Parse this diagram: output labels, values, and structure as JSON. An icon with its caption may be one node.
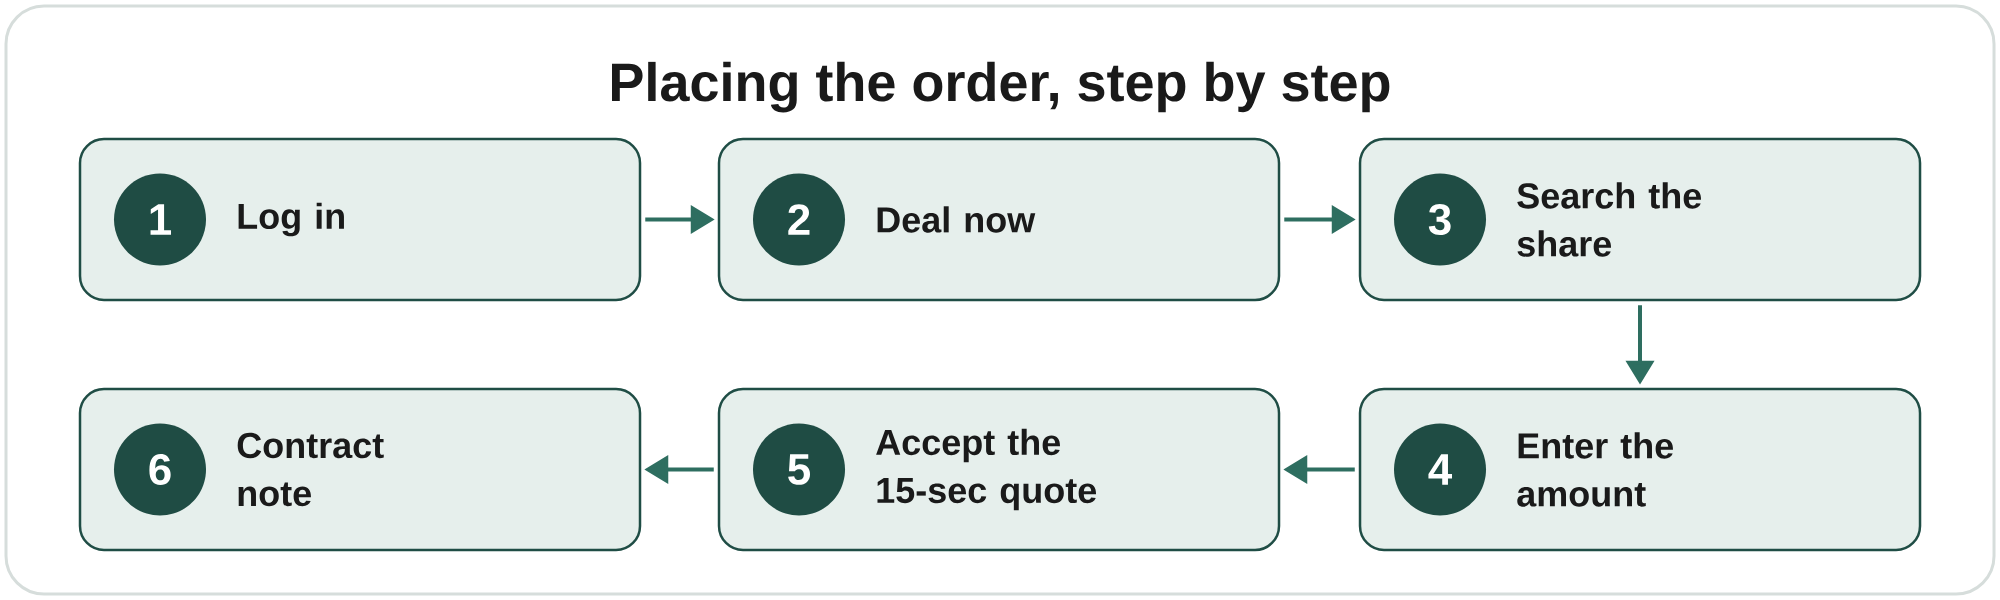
{
  "diagram": {
    "title": "Placing the order, step by step",
    "nodes": [
      {
        "text": [
          "Log in"
        ]
      },
      {
        "text": [
          "1"
        ],
        "in": 0
      },
      {
        "text": [
          "Deal now"
        ]
      },
      {
        "text": [
          "2"
        ],
        "in": 2
      },
      {
        "text": [
          "Search the share"
        ]
      },
      {
        "text": [
          "3"
        ],
        "in": 4
      },
      {
        "text": [
          "Enter the amount"
        ]
      },
      {
        "text": [
          "4"
        ],
        "in": 6
      },
      {
        "text": [
          "Accept the 15-sec quote"
        ]
      },
      {
        "text": [
          "5"
        ],
        "in": 8
      },
      {
        "text": [
          "Contract note"
        ]
      },
      {
        "text": [
          "6"
        ],
        "in": 10
      }
    ],
    "edges": [
      {
        "from": 0,
        "to": 2,
        "arrow": "to"
      },
      {
        "from": 2,
        "to": 4,
        "arrow": "to"
      },
      {
        "from": 4,
        "to": 6,
        "arrow": "to"
      },
      {
        "from": 6,
        "to": 8,
        "arrow": "to"
      },
      {
        "from": 8,
        "to": 10,
        "arrow": "to"
      }
    ]
  }
}
